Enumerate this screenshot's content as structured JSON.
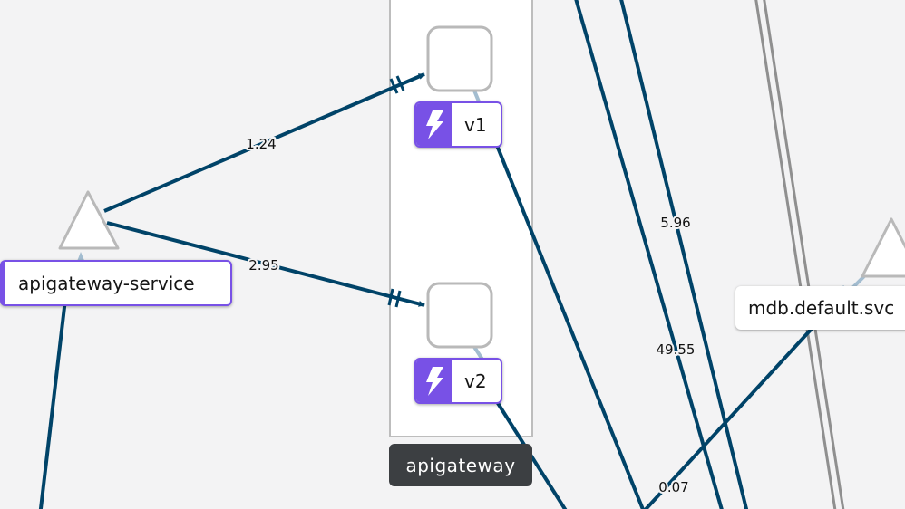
{
  "colors": {
    "background": "#f3f3f4",
    "edge": "#004368",
    "edge_faded": "#a3bdd0",
    "accent": "#7851e6",
    "node_border": "#b9b9b9",
    "app_label_bg": "#3c3f42"
  },
  "nodes": {
    "service": {
      "label": "apigateway-service",
      "shape": "triangle"
    },
    "version_v1": {
      "label": "v1",
      "shape": "square",
      "badge_icon": "bolt-icon"
    },
    "version_v2": {
      "label": "v2",
      "shape": "square",
      "badge_icon": "bolt-icon"
    },
    "app_box": {
      "label": "apigateway"
    },
    "mdb_service": {
      "label": "mdb.default.svc",
      "shape": "triangle"
    }
  },
  "edges": {
    "svc_to_v1": "1.24",
    "svc_to_v2": "2.95",
    "long_edge_1": "5.96",
    "long_edge_2": "49.55",
    "to_mdb": "0.07"
  }
}
